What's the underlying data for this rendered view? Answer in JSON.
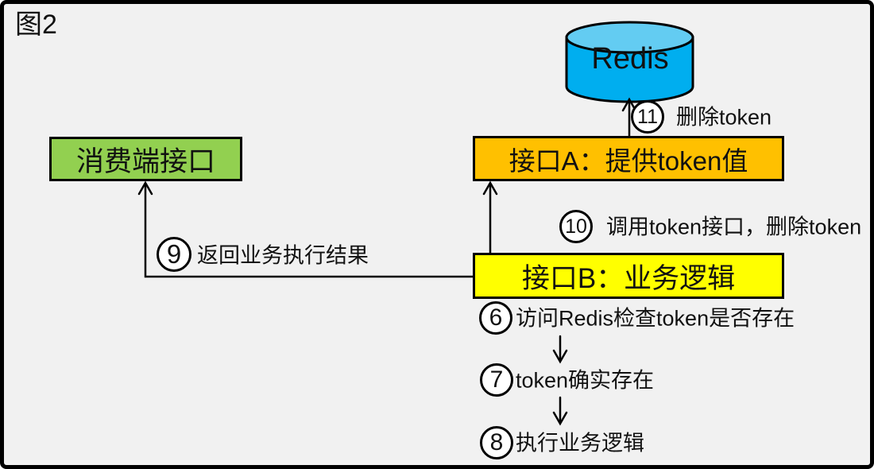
{
  "figure_label": "图2",
  "nodes": {
    "redis": {
      "label": "Redis"
    },
    "consumer": {
      "label": "消费端接口"
    },
    "interface_a": {
      "label": "接口A：提供token值"
    },
    "interface_b": {
      "label": "接口B：业务逻辑"
    }
  },
  "annotations": {
    "step6": {
      "number": "6",
      "text": "访问Redis检查token是否存在"
    },
    "step7": {
      "number": "7",
      "text": "token确实存在"
    },
    "step8": {
      "number": "8",
      "text": "执行业务逻辑"
    },
    "step9": {
      "number": "9",
      "text": "返回业务执行结果"
    },
    "step10": {
      "number": "10",
      "text": "调用token接口，删除token"
    },
    "step11": {
      "number": "11",
      "text": "删除token"
    }
  },
  "colors": {
    "background": "#F1F1F1",
    "frame_border": "#000000",
    "consumer_box": "#92D050",
    "interface_a_box": "#FFC000",
    "interface_b_box": "#FFFF00",
    "redis_body": "#00AEEF",
    "redis_top": "#63CCF2",
    "line": "#000000"
  }
}
